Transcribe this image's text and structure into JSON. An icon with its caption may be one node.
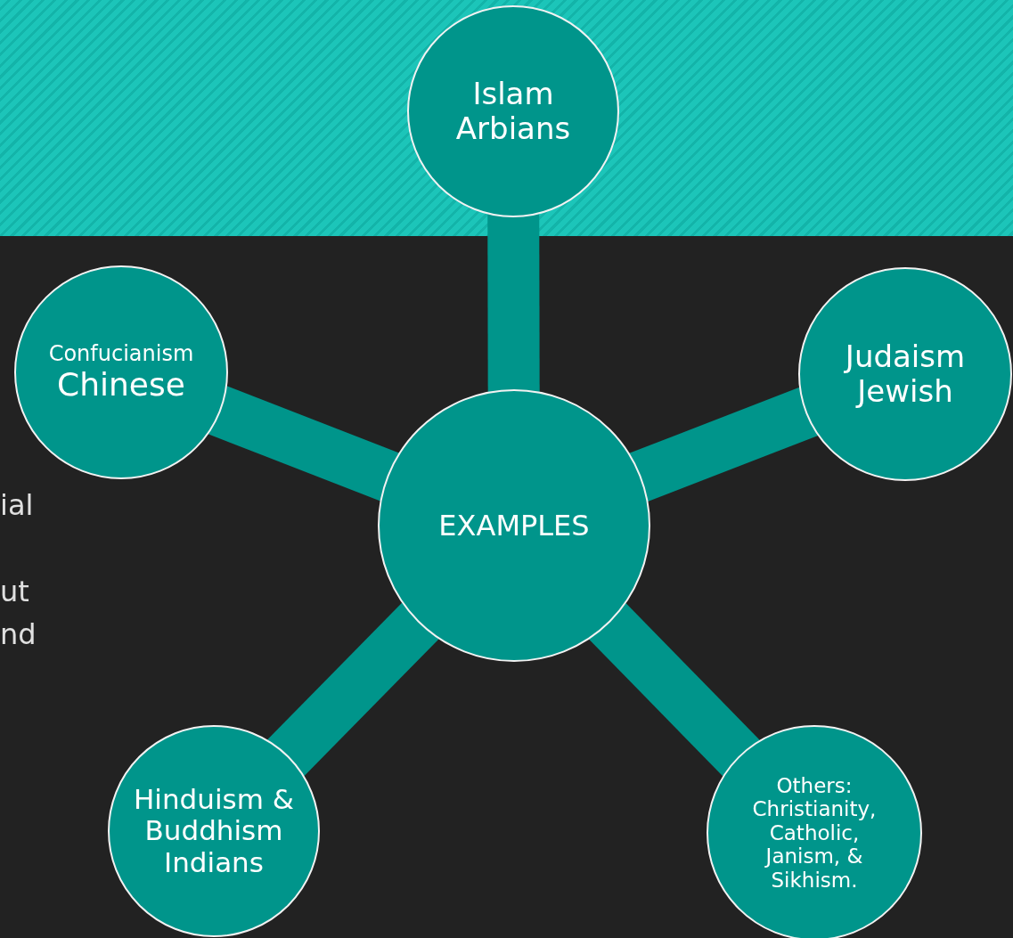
{
  "diagram": {
    "nodes": [
      {
        "text": [
          "Islam",
          "Arbians"
        ]
      },
      {
        "text": [
          "Confucianism",
          "Chinese"
        ]
      },
      {
        "text": [
          "Judaism",
          "Jewish"
        ]
      },
      {
        "text": [
          "EXAMPLES"
        ]
      },
      {
        "text": [
          "Hinduism & Buddhism",
          "Indians"
        ]
      },
      {
        "text": [
          "Others: Christianity, Catholic, Janism, & Sikhism."
        ]
      }
    ],
    "edges": [
      {
        "from": 3,
        "to": 0,
        "arrow": "none"
      },
      {
        "from": 3,
        "to": 1,
        "arrow": "none"
      },
      {
        "from": 3,
        "to": 2,
        "arrow": "none"
      },
      {
        "from": 3,
        "to": 4,
        "arrow": "none"
      },
      {
        "from": 3,
        "to": 5,
        "arrow": "none"
      }
    ],
    "labels": [
      "ial",
      "ut",
      "nd"
    ]
  }
}
